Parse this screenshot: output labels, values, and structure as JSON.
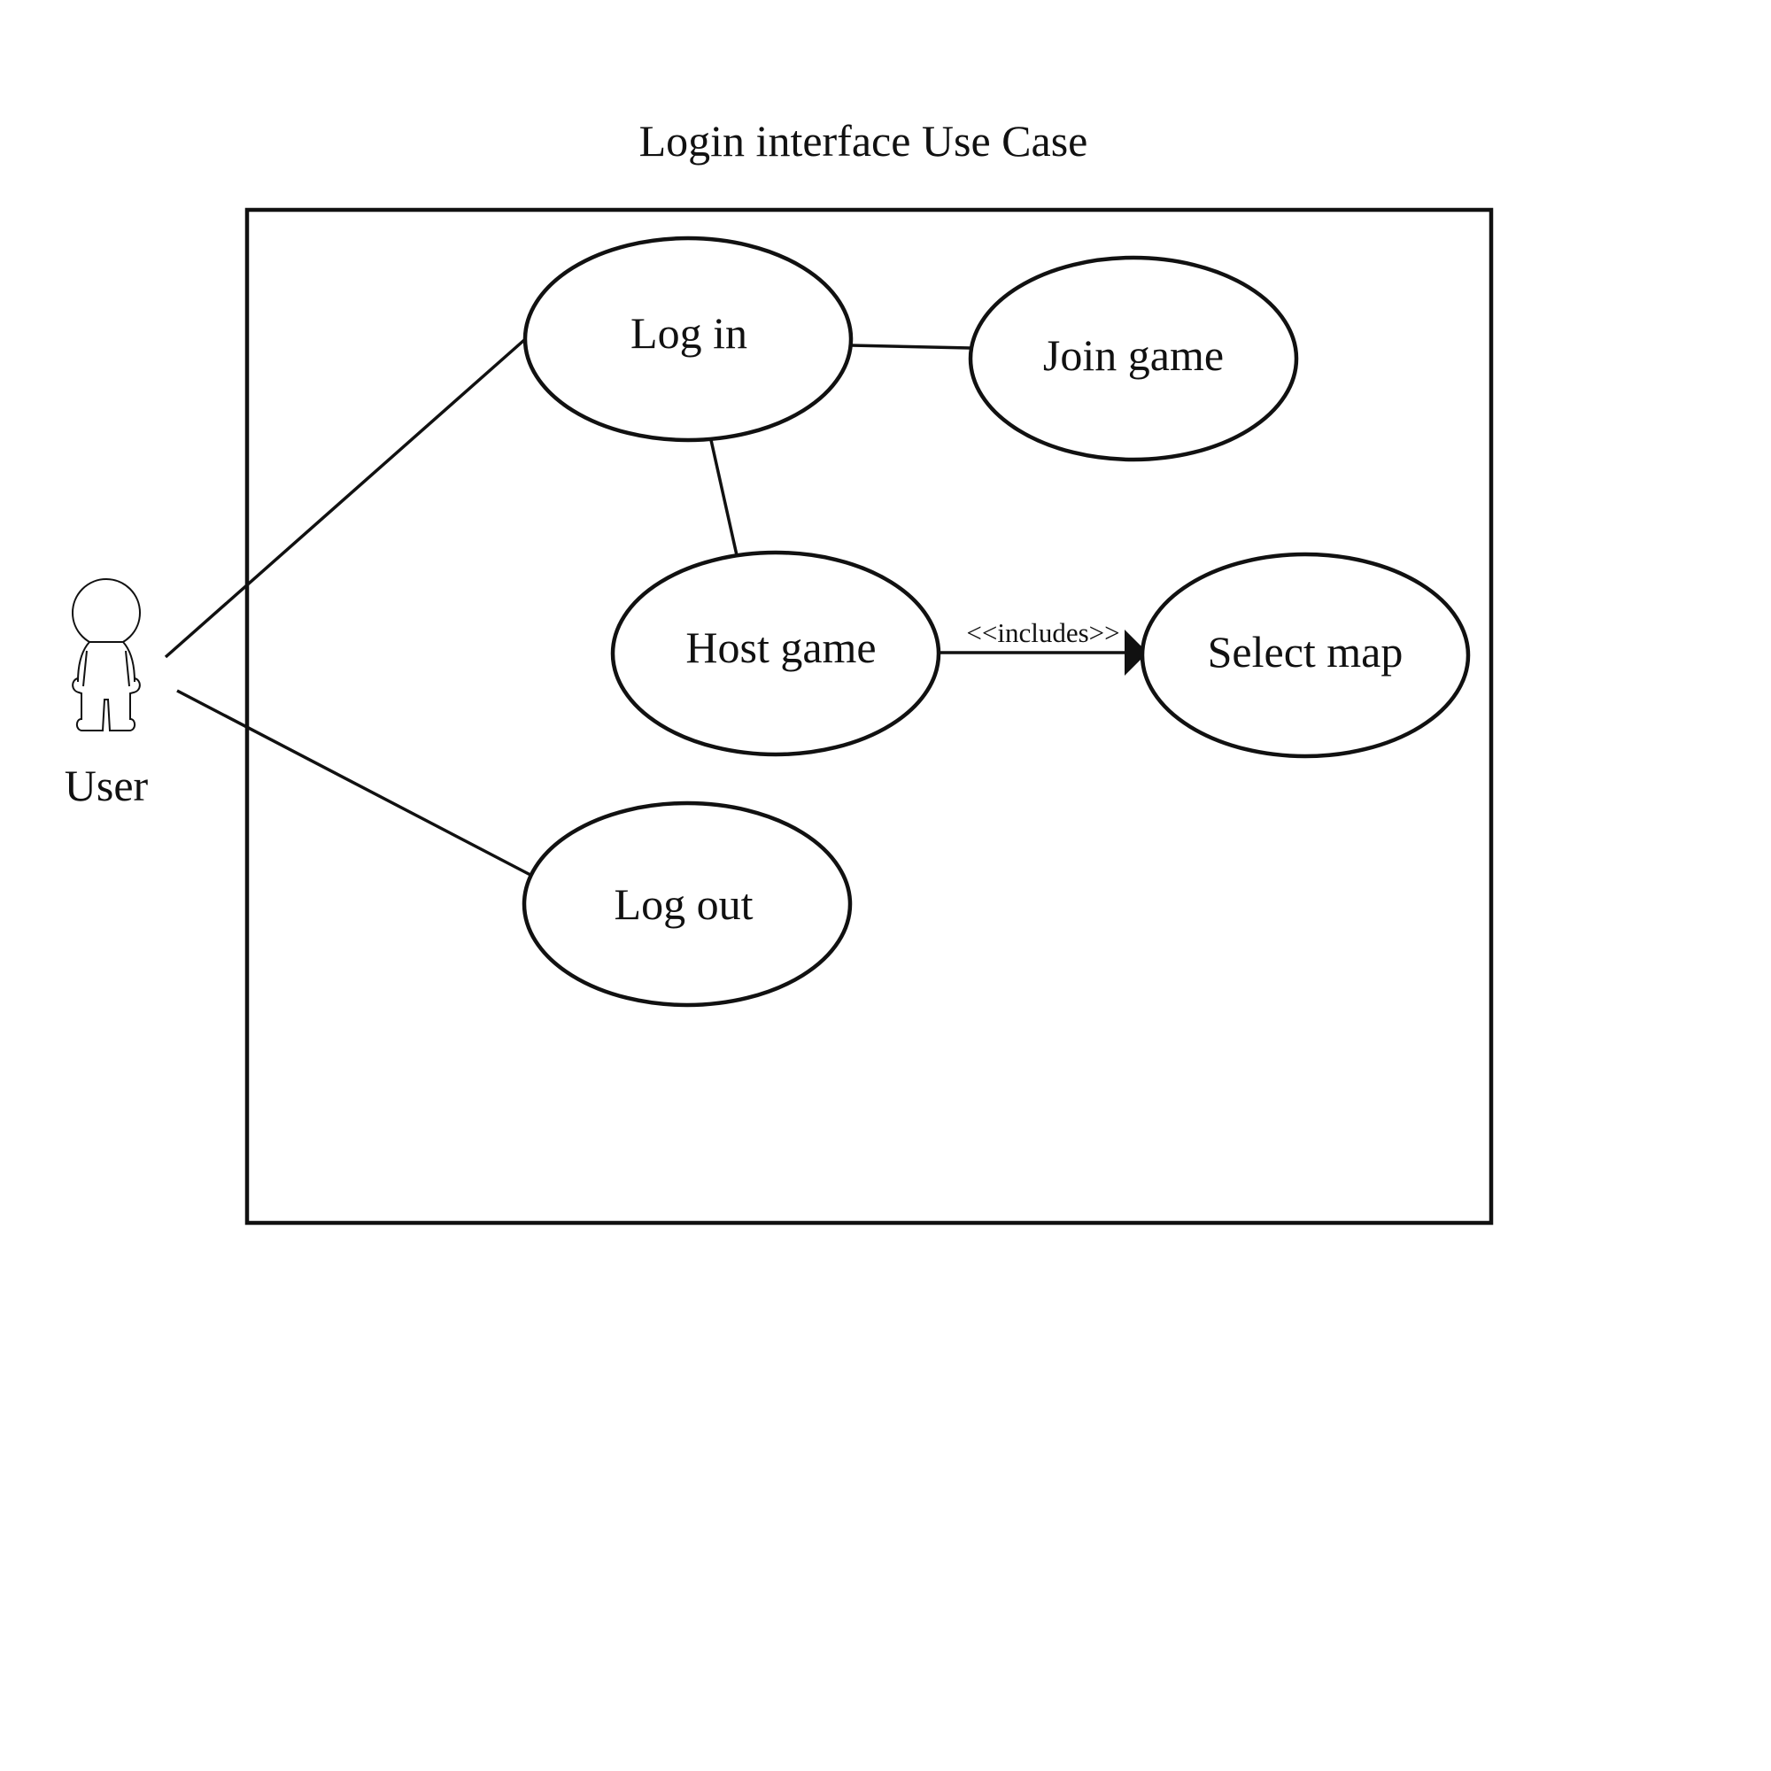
{
  "diagram": {
    "title": "Login interface Use Case",
    "actor": {
      "label": "User",
      "icon": "stick-figure-actor-icon"
    },
    "use_cases": {
      "log_in": "Log in",
      "join_game": "Join game",
      "host_game": "Host game",
      "select_map": "Select map",
      "log_out": "Log out"
    },
    "relationships": {
      "includes_label": "<<includes>>"
    },
    "colors": {
      "stroke": "#111111",
      "background": "#ffffff"
    }
  }
}
